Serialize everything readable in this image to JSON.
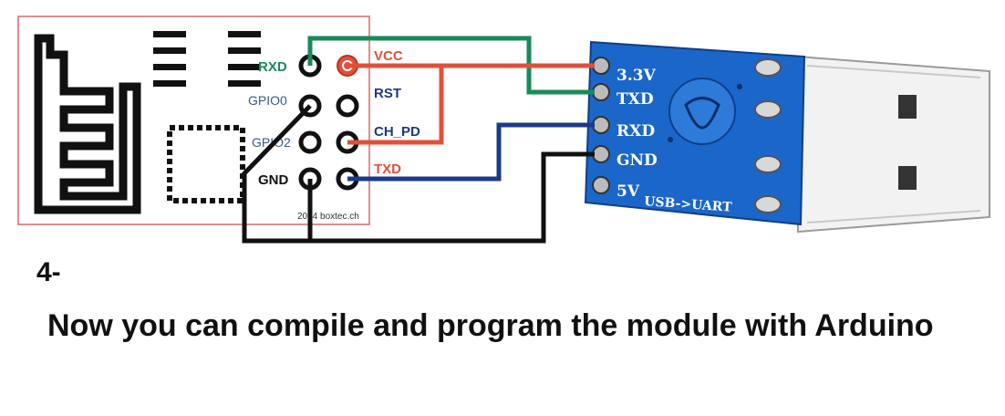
{
  "esp_module": {
    "labels": {
      "rxd": "RXD",
      "gpio0": "GPIO0",
      "gpio2": "GPIO2",
      "gnd": "GND",
      "vcc": "VCC",
      "rst": "RST",
      "ch_pd": "CH_PD",
      "txd": "TXD"
    },
    "copyright": "2014 boxtec.ch"
  },
  "usb_uart": {
    "pins": [
      "3.3V",
      "TXD",
      "RXD",
      "GND",
      "5V"
    ],
    "board_label": "USB->UART"
  },
  "colors": {
    "wire_green": "#1a8a5a",
    "wire_red": "#e05038",
    "wire_blue": "#1c3a8a",
    "wire_black": "#111111",
    "board_blue": "#1b66c9",
    "module_border": "#d46a6a"
  },
  "step": {
    "number": "4-",
    "instruction": "Now you can compile and program the module with Arduino"
  }
}
